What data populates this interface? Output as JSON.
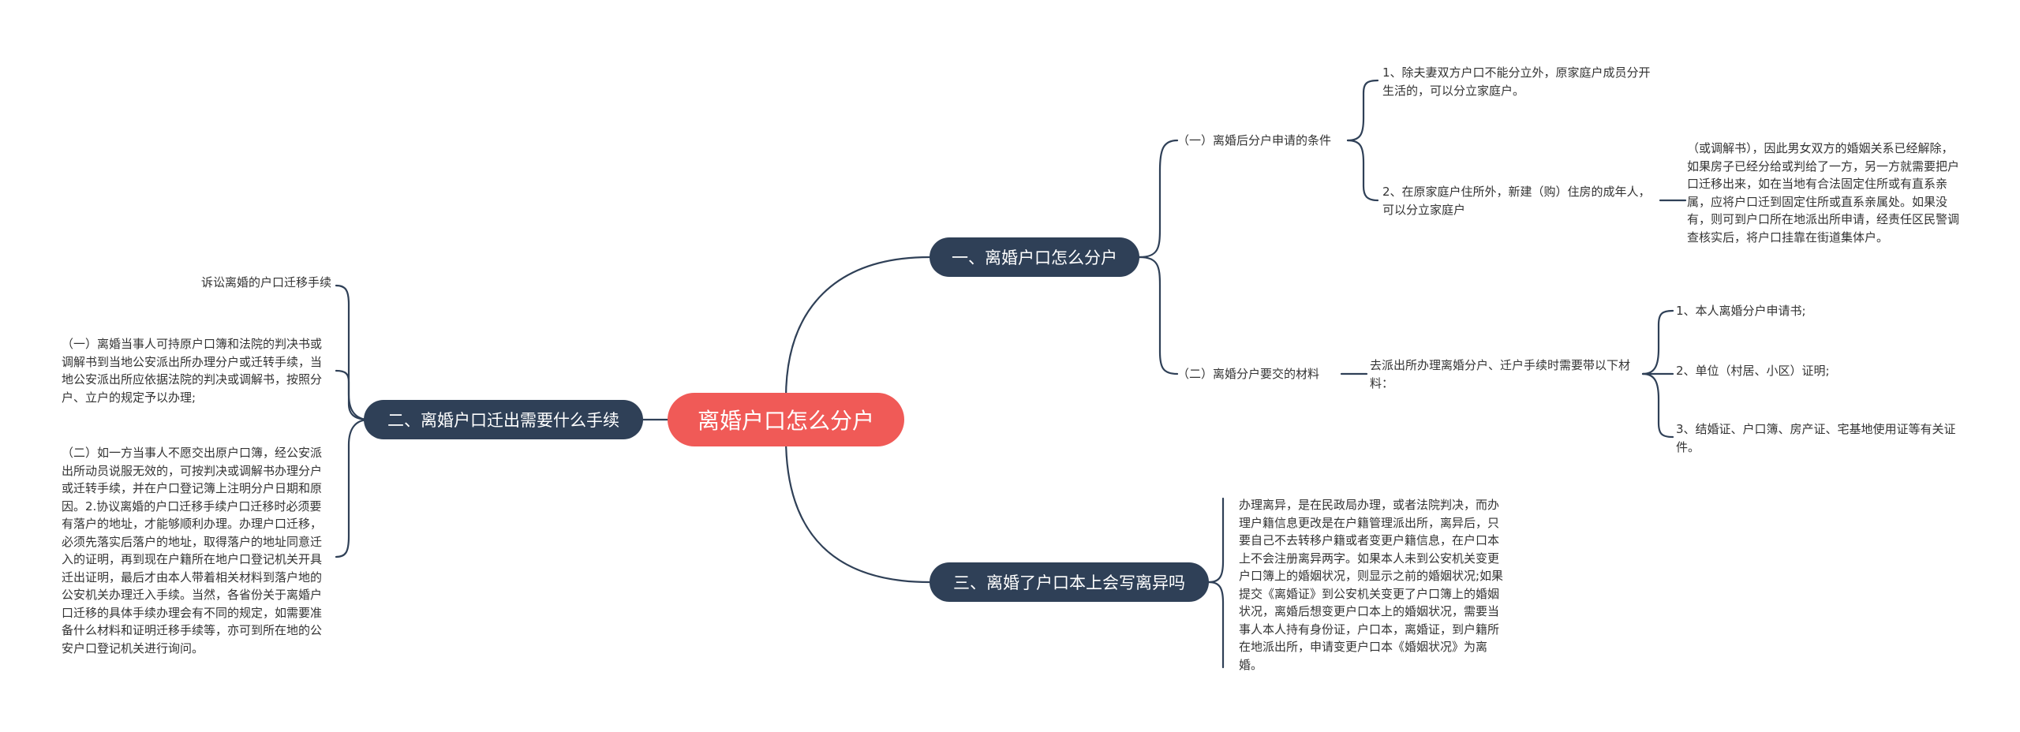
{
  "root": "离婚户口怎么分户",
  "branches": {
    "b1": "一、离婚户口怎么分户",
    "b2": "二、离婚户口迁出需要什么手续",
    "b3": "三、离婚了户口本上会写离异吗"
  },
  "b1": {
    "sub1": {
      "label": "（一）离婚后分户申请的条件",
      "item1": "1、除夫妻双方户口不能分立外，原家庭户成员分开生活的，可以分立家庭户。",
      "item2": "2、在原家庭户住所外，新建（购）住房的成年人，可以分立家庭户",
      "item2_detail": "（或调解书），因此男女双方的婚姻关系已经解除，如果房子已经分给或判给了一方，另一方就需要把户口迁移出来，如在当地有合法固定住所或有直系亲属，应将户口迁到固定住所或直系亲属处。如果没有，则可到户口所在地派出所申请，经责任区民警调查核实后，将户口挂靠在街道集体户。"
    },
    "sub2": {
      "label": "（二）离婚分户要交的材料",
      "mid": "去派出所办理离婚分户、迁户手续时需要带以下材料：",
      "items": [
        "1、本人离婚分户申请书;",
        "2、单位（村居、小区）证明;",
        "3、结婚证、户口簿、房产证、宅基地使用证等有关证件。"
      ]
    }
  },
  "b2": {
    "items": [
      "诉讼离婚的户口迁移手续",
      "（一）离婚当事人可持原户口簿和法院的判决书或调解书到当地公安派出所办理分户或迁转手续，当地公安派出所应依据法院的判决或调解书，按照分户、立户的规定予以办理;",
      "（二）如一方当事人不愿交出原户口簿，经公安派出所动员说服无效的，可按判决或调解书办理分户或迁转手续，并在户口登记簿上注明分户日期和原因。2.协议离婚的户口迁移手续户口迁移时必须要有落户的地址，才能够顺利办理。办理户口迁移，必须先落实后落户的地址，取得落户的地址同意迁入的证明，再到现在户籍所在地户口登记机关开具迁出证明，最后才由本人带着相关材料到落户地的公安机关办理迁入手续。当然，各省份关于离婚户口迁移的具体手续办理会有不同的规定，如需要准备什么材料和证明迁移手续等，亦可到所在地的公安户口登记机关进行询问。"
    ]
  },
  "b3": {
    "text": "办理离异，是在民政局办理，或者法院判决，而办理户籍信息更改是在户籍管理派出所，离异后，只要自己不去转移户籍或者变更户籍信息，在户口本上不会注册离异两字。如果本人未到公安机关变更户口簿上的婚姻状况，则显示之前的婚姻状况;如果提交《离婚证》到公安机关变更了户口簿上的婚姻状况，离婚后想变更户口本上的婚姻状况，需要当事人本人持有身份证，户口本，离婚证，到户籍所在地派出所，申请变更户口本《婚姻状况》为离婚。"
  },
  "colors": {
    "root_bg": "#f05a57",
    "branch_bg": "#2f4057",
    "line": "#2f4057",
    "text": "#333333"
  }
}
